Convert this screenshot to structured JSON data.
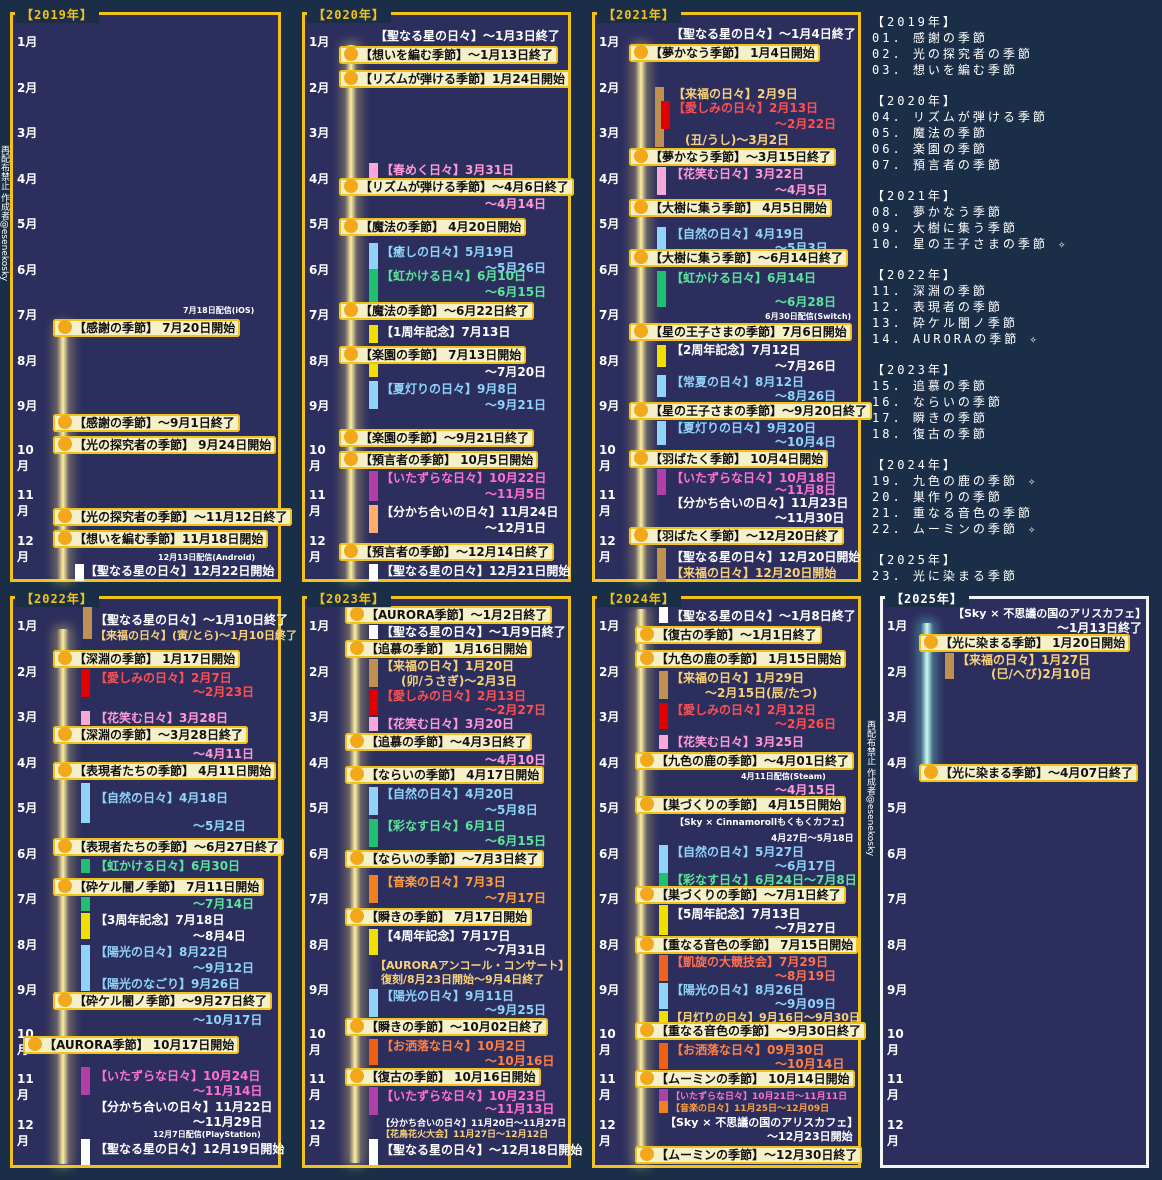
{
  "colors": {
    "border": "#f2c21a",
    "panel": "#2c2e5e",
    "background": "#1a2f47",
    "track": "#ffef9c"
  },
  "months": [
    "1月",
    "2月",
    "3月",
    "4月",
    "5月",
    "6月",
    "7月",
    "8月",
    "9月",
    "10月",
    "11月",
    "12月"
  ],
  "side_note": "再配布禁止 作成者@esenekosky",
  "panels": {
    "y2019": {
      "title": "【2019年】",
      "note": "7月18日配信(iOS)",
      "note2": "12月13日配信(Android)",
      "events": [
        "【感謝の季節】 7月20日開始",
        "【感謝の季節】～9月1日終了",
        "【光の探究者の季節】 9月24日開始",
        "【光の探究者の季節】～11月12日終了",
        "【想いを編む季節】11月18日開始",
        "【聖なる星の日々】12月22日開始"
      ]
    },
    "y2020": {
      "title": "【2020年】",
      "events": [
        "【聖なる星の日々】～1月3日終了",
        "【想いを編む季節】～1月13日終了",
        "【リズムが弾ける季節】1月24日開始",
        "【春めく日々】3月31日",
        "【リズムが弾ける季節】～4月6日終了",
        "～4月14日",
        "【魔法の季節】 4月20日開始",
        "【癒しの日々】5月19日",
        "～5月26日",
        "【虹かける日々】6月10日",
        "～6月15日",
        "【魔法の季節】～6月22日終了",
        "【1周年記念】7月13日",
        "【楽園の季節】 7月13日開始",
        "～7月20日",
        "【夏灯りの日々】9月8日",
        "～9月21日",
        "【楽園の季節】～9月21日終了",
        "【預言者の季節】 10月5日開始",
        "【いたずらな日々】10月22日",
        "～11月5日",
        "【分かち合いの日々】11月24日",
        "～12月1日",
        "【預言者の季節】～12月14日終了",
        "【聖なる星の日々】12月21日開始"
      ]
    },
    "y2021": {
      "title": "【2021年】",
      "note": "6月30日配信(Switch)",
      "events": [
        "【聖なる星の日々】～1月4日終了",
        "【夢かなう季節】 1月4日開始",
        "【来福の日々】2月9日",
        "【愛しみの日々】2月13日",
        "～2月22日",
        "(丑/うし)～3月2日",
        "【夢かなう季節】～3月15日終了",
        "【花笑む日々】3月22日",
        "～4月5日",
        "【大樹に集う季節】 4月5日開始",
        "【自然の日々】4月19日",
        "～5月3日",
        "【大樹に集う季節】～6月14日終了",
        "【虹かける日々】6月14日",
        "～6月28日",
        "【星の王子さまの季節】7月6日開始",
        "【2周年記念】7月12日",
        "～7月26日",
        "【常夏の日々】8月12日",
        "～8月26日",
        "【星の王子さまの季節】～9月20日終了",
        "【夏灯りの日々】9月20日",
        "～10月4日",
        "【羽ばたく季節】 10月4日開始",
        "【いたずらな日々】10月18日",
        "～11月8日",
        "【分かち合いの日々】11月23日",
        "～11月30日",
        "【羽ばたく季節】～12月20日終了",
        "【聖なる星の日々】12月20日開始",
        "【来福の日々】12月20日開始"
      ]
    },
    "y2022": {
      "title": "【2022年】",
      "note": "12月7日配信(PlayStation)",
      "events": [
        "【聖なる星の日々】～1月10日終了",
        "【来福の日々】(寅/とら)～1月10日終了",
        "【深淵の季節】 1月17日開始",
        "【愛しみの日々】2月7日",
        "～2月23日",
        "【花笑む日々】3月28日",
        "【深淵の季節】～3月28日終了",
        "～4月11日",
        "【表現者たちの季節】 4月11日開始",
        "【自然の日々】4月18日",
        "～5月2日",
        "【表現者たちの季節】～6月27日終了",
        "【虹かける日々】6月30日",
        "【砕ケル闇ノ季節】 7月11日開始",
        "～7月14日",
        "【3周年記念】7月18日",
        "～8月4日",
        "【陽光の日々】8月22日",
        "～9月12日",
        "【陽光のなごり】9月26日",
        "【砕ケル闇ノ季節】～9月27日終了",
        "～10月17日",
        "【AURORA季節】 10月17日開始",
        "【いたずらな日々】10月24日",
        "～11月14日",
        "【分かち合いの日々】11月22日",
        "～11月29日",
        "【聖なる星の日々】12月19日開始"
      ]
    },
    "y2023": {
      "title": "【2023年】",
      "events": [
        "【AURORA季節】～1月2日終了",
        "【聖なる星の日々】～1月9日終了",
        "【追慕の季節】 1月16日開始",
        "【来福の日々】1月20日",
        "(卯/うさぎ)～2月3日",
        "【愛しみの日々】2月13日",
        "～2月27日",
        "【花笑む日々】3月20日",
        "【追慕の季節】～4月3日終了",
        "～4月10日",
        "【ならいの季節】 4月17日開始",
        "【自然の日々】4月20日",
        "～5月8日",
        "【彩なす日々】6月1日",
        "～6月15日",
        "【ならいの季節】～7月3日終了",
        "【音楽の日々】7月3日",
        "～7月17日",
        "【瞬きの季節】 7月17日開始",
        "【4周年記念】7月17日",
        "～7月31日",
        "【AURORAアンコール・コンサート】",
        "復刻/8月23日開始～9月4日終了",
        "【陽光の日々】9月11日",
        "～9月25日",
        "【瞬きの季節】～10月02日終了",
        "【お洒落な日々】10月2日",
        "～10月16日",
        "【復古の季節】 10月16日開始",
        "【いたずらな日々】10月23日",
        "～11月13日",
        "【分かち合いの日々】11月20日～11月27日",
        "【花鳥花火大会】11月27日～12月12日",
        "【聖なる星の日々】～12月18日開始"
      ]
    },
    "y2024": {
      "title": "【2024年】",
      "note": "4月11日配信(Steam)",
      "events": [
        "【聖なる星の日々】～1月8日終了",
        "【復古の季節】～1月1日終了",
        "【九色の鹿の季節】 1月15日開始",
        "【来福の日々】1月29日",
        "～2月15日(辰/たつ)",
        "【愛しみの日々】2月12日",
        "～2月26日",
        "【花笑む日々】3月25日",
        "【九色の鹿の季節】～4月01日終了",
        "～4月15日",
        "【巣づくりの季節】 4月15日開始",
        "【Sky × Cinnamorollもくもくカフェ】",
        "4月27日～5月18日",
        "【自然の日々】5月27日",
        "～6月17日",
        "【彩なす日々】6月24日～7月8日",
        "【巣づくりの季節】～7月1日終了",
        "【5周年記念】7月13日",
        "～7月27日",
        "【重なる音色の季節】 7月15日開始",
        "【凱旋の大競技会】7月29日",
        "～8月19日",
        "【陽光の日々】8月26日",
        "～9月09日",
        "【月灯りの日々】9月16日～9月30日",
        "【重なる音色の季節】～9月30日終了",
        "【お洒落な日々】09月30日",
        "～10月14日",
        "【ムーミンの季節】 10月14日開始",
        "【いたずらな日々】10月21日～11月11日",
        "【音楽の日々】11月25日～12月09日",
        "【Sky × 不思議の国のアリスカフェ】",
        "～12月23日開始",
        "【ムーミンの季節】～12月30日終了"
      ]
    },
    "y2025": {
      "title": "【2025年】",
      "events": [
        "【Sky × 不思議の国のアリスカフェ】",
        "～1月13日終了",
        "【光に染まる季節】 1月20日開始",
        "【来福の日々】1月27日",
        "(巳/へび)2月10日",
        "【光に染まる季節】～4月07日終了"
      ]
    }
  },
  "legend": [
    {
      "year": "【2019年】",
      "items": [
        "01. 感謝の季節",
        "02. 光の探究者の季節",
        "03. 想いを編む季節"
      ]
    },
    {
      "year": "【2020年】",
      "items": [
        "04. リズムが弾ける季節",
        "05. 魔法の季節",
        "06. 楽園の季節",
        "07. 預言者の季節"
      ]
    },
    {
      "year": "【2021年】",
      "items": [
        "08. 夢かなう季節",
        "09. 大樹に集う季節",
        "10. 星の王子さまの季節 ✧"
      ]
    },
    {
      "year": "【2022年】",
      "items": [
        "11. 深淵の季節",
        "12. 表現者の季節",
        "13. 砕ケル闇ノ季節",
        "14. AURORAの季節 ✧"
      ]
    },
    {
      "year": "【2023年】",
      "items": [
        "15. 追慕の季節",
        "16. ならいの季節",
        "17. 瞬きの季節",
        "18. 復古の季節"
      ]
    },
    {
      "year": "【2024年】",
      "items": [
        "19. 九色の鹿の季節 ✧",
        "20. 巣作りの季節",
        "21. 重なる音色の季節",
        "22. ムーミンの季節 ✧"
      ]
    },
    {
      "year": "【2025年】",
      "items": [
        "23. 光に染まる季節"
      ]
    }
  ]
}
